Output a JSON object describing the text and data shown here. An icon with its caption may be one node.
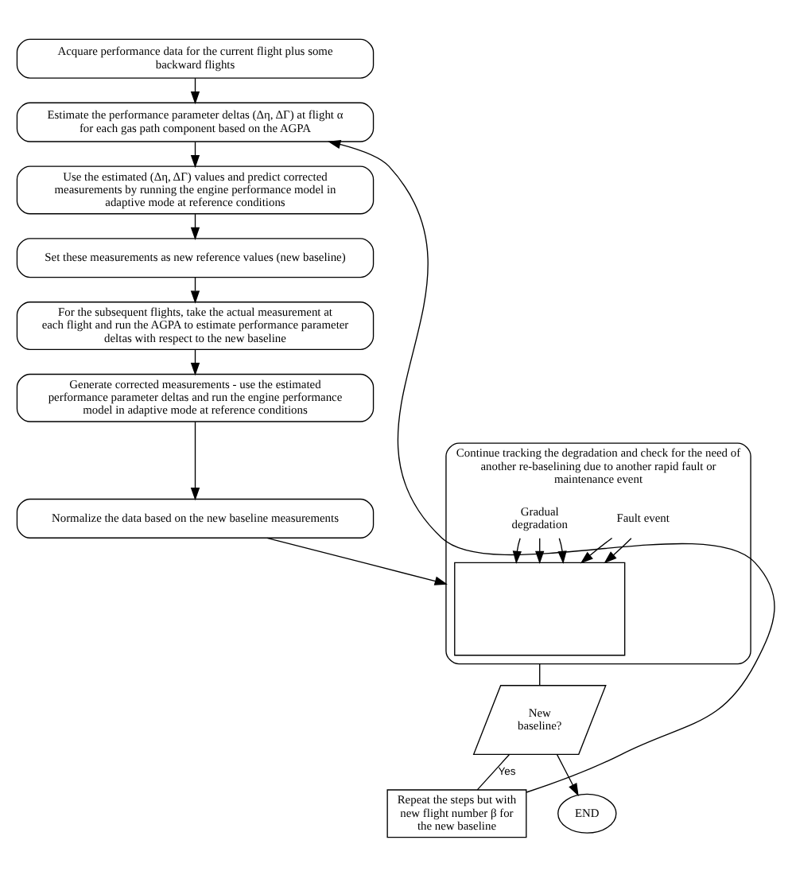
{
  "diagram": {
    "nodes": [
      {
        "text": [
          "Acquare performance data for the current flight plus some backward flights"
        ]
      },
      {
        "text": [
          "Estimate the performance parameter deltas (Δη, ΔΓ) at flight α for each gas path component based on the AGPA"
        ]
      },
      {
        "text": [
          "Use the estimated (Δη, ΔΓ) values and predict corrected measurements by running the engine performance model in adaptive mode at reference conditions"
        ]
      },
      {
        "text": [
          "Set these measurements as new reference values (new baseline)"
        ]
      },
      {
        "text": [
          "For the subsequent flights, take the actual measurement at each flight and run the AGPA to estimate performance parameter deltas with respect to the new baseline"
        ]
      },
      {
        "text": [
          "Generate corrected measurements - use the estimated performance parameter deltas and run the engine performance model in adaptive mode at reference conditions"
        ]
      },
      {
        "text": [
          "Normalize the data based on the new baseline measurements"
        ]
      },
      {
        "text": [
          "Continue tracking the degradation and check for the need of another re-baselining due to another rapid fault or maintenance event"
        ]
      },
      {
        "text": [
          "Fault event"
        ],
        "in": 7
      },
      {
        "text": [],
        "shape": "box",
        "in": 7
      },
      {
        "text": [
          "Gradual degradation"
        ],
        "in": 7
      },
      {
        "text": [
          "New baseline?"
        ]
      },
      {
        "text": [
          "Repeat the steps but with new flight number β for the new baseline"
        ]
      },
      {
        "text": [
          "END"
        ]
      }
    ],
    "edges": [
      {
        "from": 0,
        "to": 1,
        "arrow": "to"
      },
      {
        "from": 1,
        "to": 2,
        "arrow": "to"
      },
      {
        "from": 2,
        "to": 3,
        "arrow": "to"
      },
      {
        "from": 3,
        "to": 4,
        "arrow": "to"
      },
      {
        "from": 4,
        "to": 5,
        "arrow": "to"
      },
      {
        "from": 5,
        "to": 6,
        "arrow": "to"
      },
      {
        "from": 6,
        "to": 7,
        "arrow": "to"
      },
      {
        "from": 8,
        "to": 9,
        "arrow": "to"
      },
      {
        "from": 8,
        "to": 9,
        "arrow": "to"
      },
      {
        "from": 10,
        "to": 9,
        "arrow": "to"
      },
      {
        "from": 10,
        "to": 9,
        "arrow": "to"
      },
      {
        "from": 10,
        "to": 9,
        "arrow": "to"
      },
      {
        "from": 7,
        "to": 11,
        "arrow": "none"
      },
      {
        "from": 11,
        "to": 12,
        "arrow": "none",
        "label": "Yes"
      },
      {
        "from": 12,
        "to": 1,
        "arrow": "to"
      },
      {
        "from": 11,
        "to": 13,
        "arrow": "to"
      }
    ]
  }
}
